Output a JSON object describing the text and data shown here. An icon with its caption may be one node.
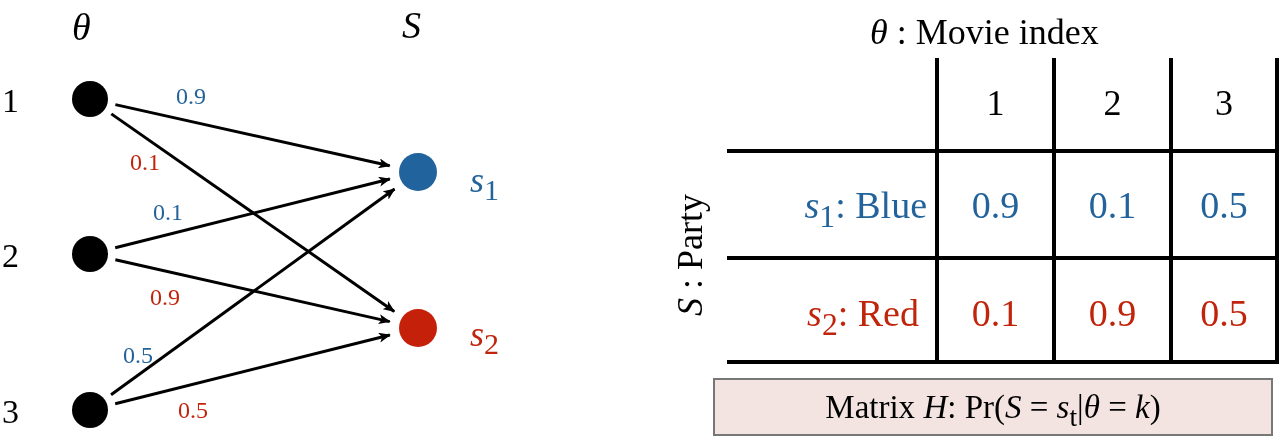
{
  "diagram": {
    "caption": "Matrix *H*: Pr(*S* = *s*$_{t}$|*θ* = *k*)",
    "nodes": [
      {
        "text": [],
        "shape": "circle",
        "beside": [
          "1"
        ]
      },
      {
        "text": [],
        "shape": "circle",
        "beside": [
          "2"
        ]
      },
      {
        "text": [],
        "shape": "circle",
        "beside": [
          "3"
        ]
      },
      {
        "text": [],
        "shape": "circle",
        "beside": [
          "*s*$_{1}$"
        ]
      },
      {
        "text": [],
        "shape": "circle",
        "beside": [
          "*s*$_{2}$"
        ]
      }
    ],
    "edges": [
      {
        "from": 0,
        "to": 3,
        "arrow": "to",
        "label": "0.9"
      },
      {
        "from": 0,
        "to": 4,
        "arrow": "to",
        "label": "0.1"
      },
      {
        "from": 1,
        "to": 3,
        "arrow": "to",
        "label": "0.1"
      },
      {
        "from": 1,
        "to": 4,
        "arrow": "to",
        "label": "0.9"
      },
      {
        "from": 2,
        "to": 3,
        "arrow": "to",
        "label": "0.5"
      },
      {
        "from": 2,
        "to": 4,
        "arrow": "to",
        "label": "0.5"
      }
    ],
    "labels": [
      "θ",
      "S",
      "*θ* : Movie index",
      "1",
      "2",
      "3",
      "*S* : Party",
      "*s*$_{1}$: Blue",
      "0.9",
      "0.1",
      "0.5",
      "*s*$_{2}$: Red",
      "0.1",
      "0.9",
      "0.5"
    ]
  }
}
